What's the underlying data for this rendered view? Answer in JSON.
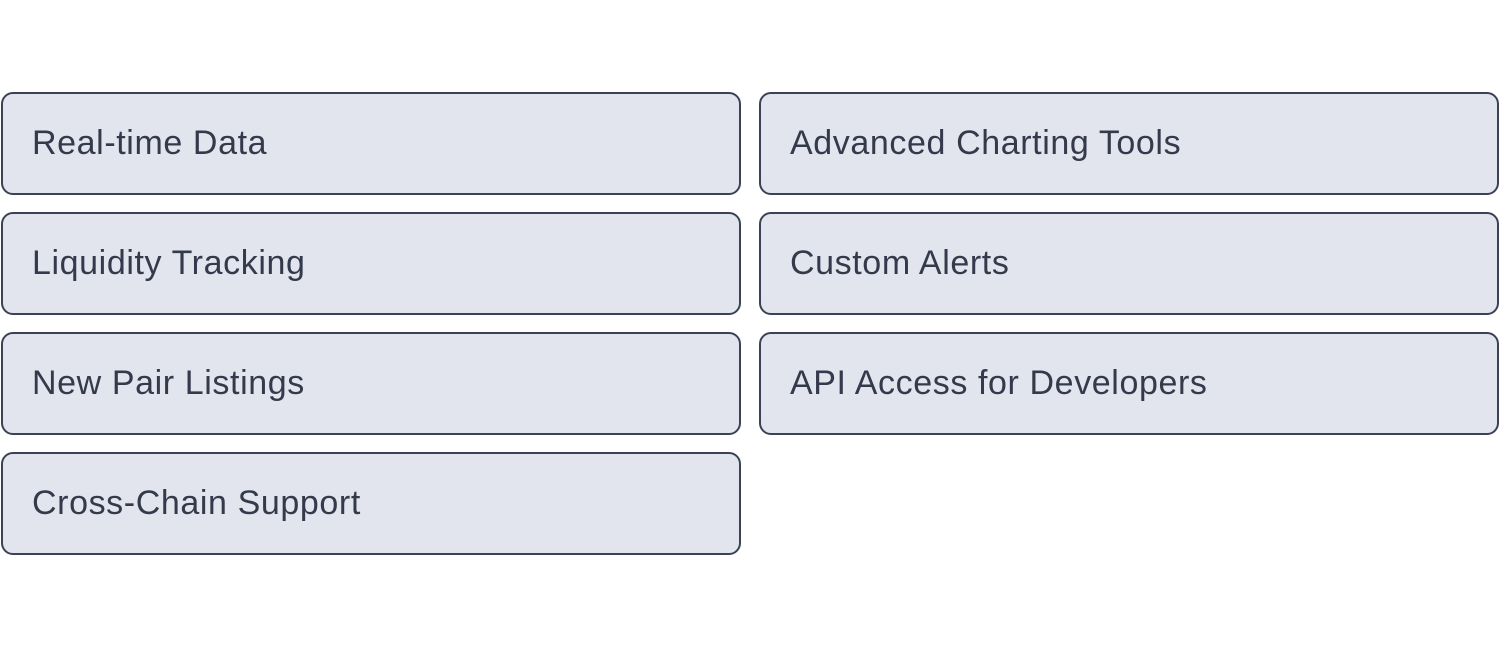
{
  "features": {
    "items": [
      {
        "label": "Real-time Data"
      },
      {
        "label": "Advanced Charting Tools"
      },
      {
        "label": "Liquidity Tracking"
      },
      {
        "label": "Custom Alerts"
      },
      {
        "label": "New Pair Listings"
      },
      {
        "label": "API Access for Developers"
      },
      {
        "label": "Cross-Chain Support"
      }
    ]
  }
}
